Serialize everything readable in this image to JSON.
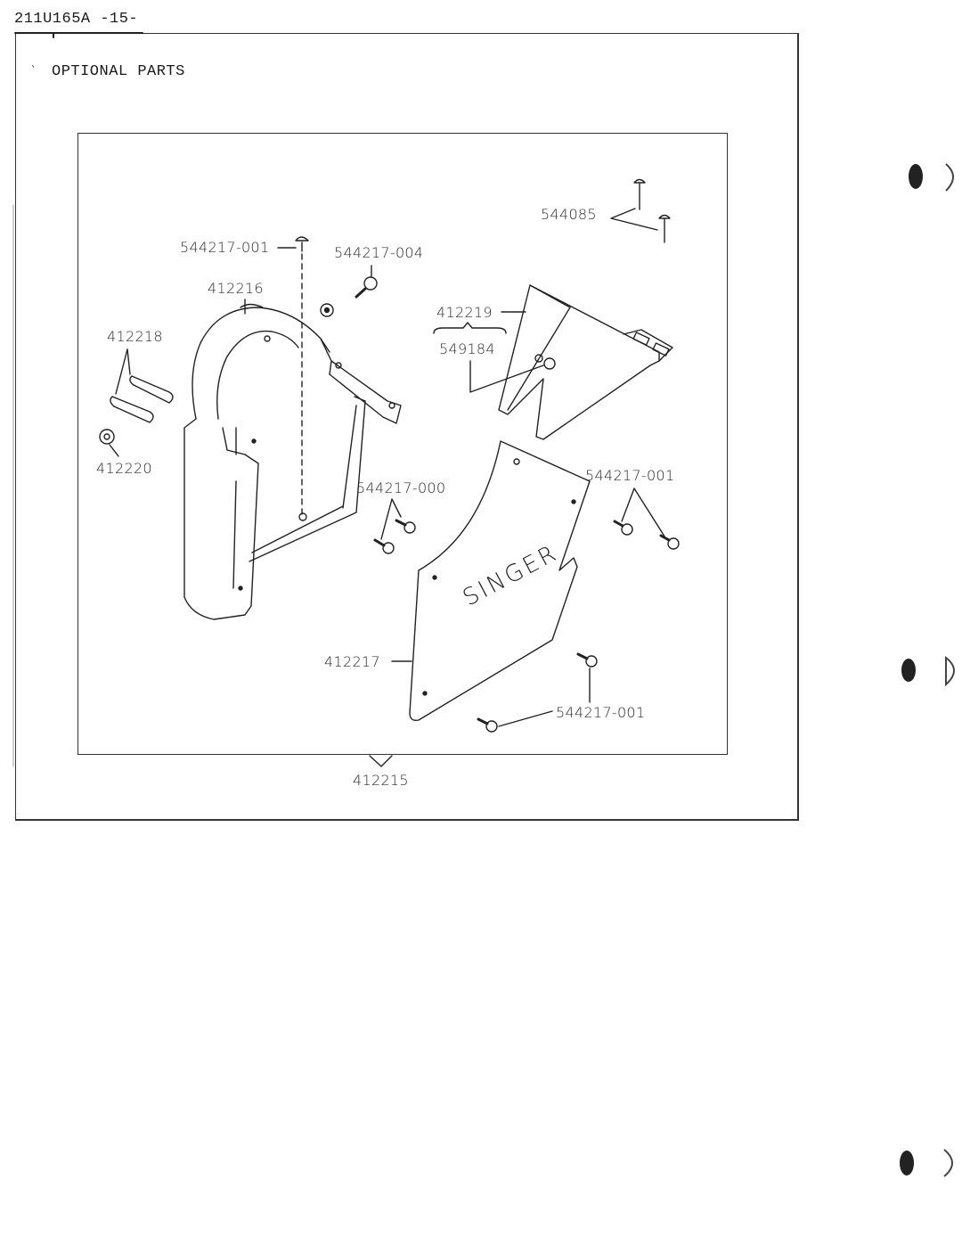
{
  "header": {
    "doc_code": "211U165A -15-"
  },
  "section": {
    "title": "OPTIONAL PARTS"
  },
  "parts": {
    "p544085": "544085",
    "p544217_001_top": "544217-001",
    "p544217_004": "544217-004",
    "p412216": "412216",
    "p412218": "412218",
    "p412219": "412219",
    "p549184": "549184",
    "p412220": "412220",
    "p544217_000": "544217-000",
    "p544217_001_right": "544217-001",
    "p412217": "412217",
    "p544217_001_bottom": "544217-001",
    "p412215": "412215"
  },
  "cover_branding": "SINGER"
}
